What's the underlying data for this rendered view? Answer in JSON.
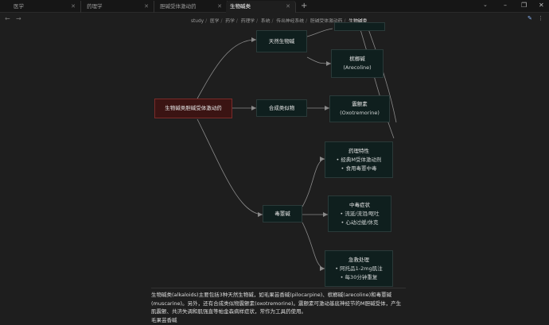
{
  "tabs": [
    {
      "label": "医学",
      "active": false
    },
    {
      "label": "药理学",
      "active": false
    },
    {
      "label": "胆碱受体激动药",
      "active": false
    },
    {
      "label": "生物碱类",
      "active": true
    }
  ],
  "window": {
    "minimize": "–",
    "maximize": "❐",
    "close": "✕"
  },
  "breadcrumb": [
    "study",
    "医学",
    "药学",
    "药理学",
    "系统",
    "传出神经系统",
    "胆碱受体激动药",
    "生物碱类"
  ],
  "mindmap": {
    "root": "生物碱类胆碱受体激动药",
    "natural": "天然生物碱",
    "synthetic": "合成类似物",
    "muscarine": "毒蕈碱",
    "arecoline": {
      "name": "槟榔碱",
      "latin": "(Arecoline)"
    },
    "oxotremorine": {
      "name": "震颤素",
      "latin": "(Oxotremorine)"
    },
    "pharmacology": {
      "title": "药理特性",
      "lines": [
        "• 经典M受体激动剂",
        "• 食用毒蕈中毒"
      ]
    },
    "poisoning": {
      "title": "中毒症状",
      "lines": [
        "• 流涎/流泪/呕吐",
        "• 心动过缓/休克"
      ]
    },
    "rescue": {
      "title": "急救处理",
      "lines": [
        "• 阿托品1-2mg肌注",
        "• 每30分钟重复"
      ]
    }
  },
  "body": {
    "paragraph": "生物碱类(alkaloids)主要包括3种天然生物碱，如毛果芸香碱(pilocarpine)、槟榔碱(arecoline)和毒蕈碱(muscarine)。另外，还有合成类似物震颤素(oxotremorine)。震颤素可激动基底神经节的M胆碱受体，产生肌震颤、共济失调和肌强直等帕金森病样症状，常作为工具药使用。",
    "heading": "毛果芸香碱"
  }
}
